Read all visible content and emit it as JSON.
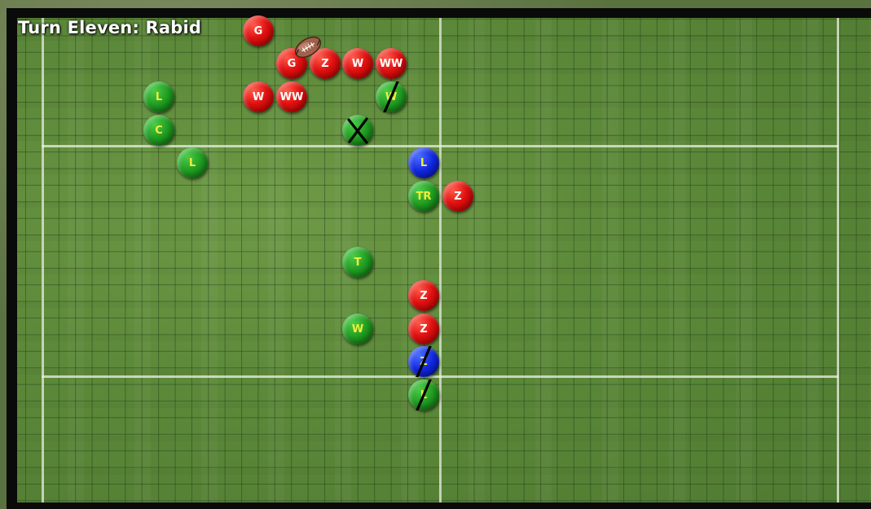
{
  "title": "Turn Eleven: Rabid",
  "colors": {
    "red": "#e01010",
    "green": "#1f9a1f",
    "blue": "#1026e0"
  },
  "tokens": [
    {
      "team": "red",
      "label": "G"
    },
    {
      "team": "red",
      "label": "G"
    },
    {
      "team": "red",
      "label": "Z"
    },
    {
      "team": "red",
      "label": "W"
    },
    {
      "team": "red",
      "label": "WW"
    },
    {
      "team": "red",
      "label": "W"
    },
    {
      "team": "red",
      "label": "WW"
    },
    {
      "team": "green",
      "label": "W",
      "status": "slash"
    },
    {
      "team": "green",
      "label": "L"
    },
    {
      "team": "green",
      "label": "C"
    },
    {
      "team": "green",
      "label": "",
      "status": "x"
    },
    {
      "team": "green",
      "label": "L"
    },
    {
      "team": "blue",
      "label": "L"
    },
    {
      "team": "green",
      "label": "TR"
    },
    {
      "team": "red",
      "label": "Z"
    },
    {
      "team": "green",
      "label": "T"
    },
    {
      "team": "red",
      "label": "Z"
    },
    {
      "team": "green",
      "label": "W"
    },
    {
      "team": "red",
      "label": "Z"
    },
    {
      "team": "blue",
      "label": "Z",
      "status": "slash"
    },
    {
      "team": "green",
      "label": "L",
      "status": "slash"
    }
  ],
  "ball": {
    "icon": "football-icon"
  }
}
